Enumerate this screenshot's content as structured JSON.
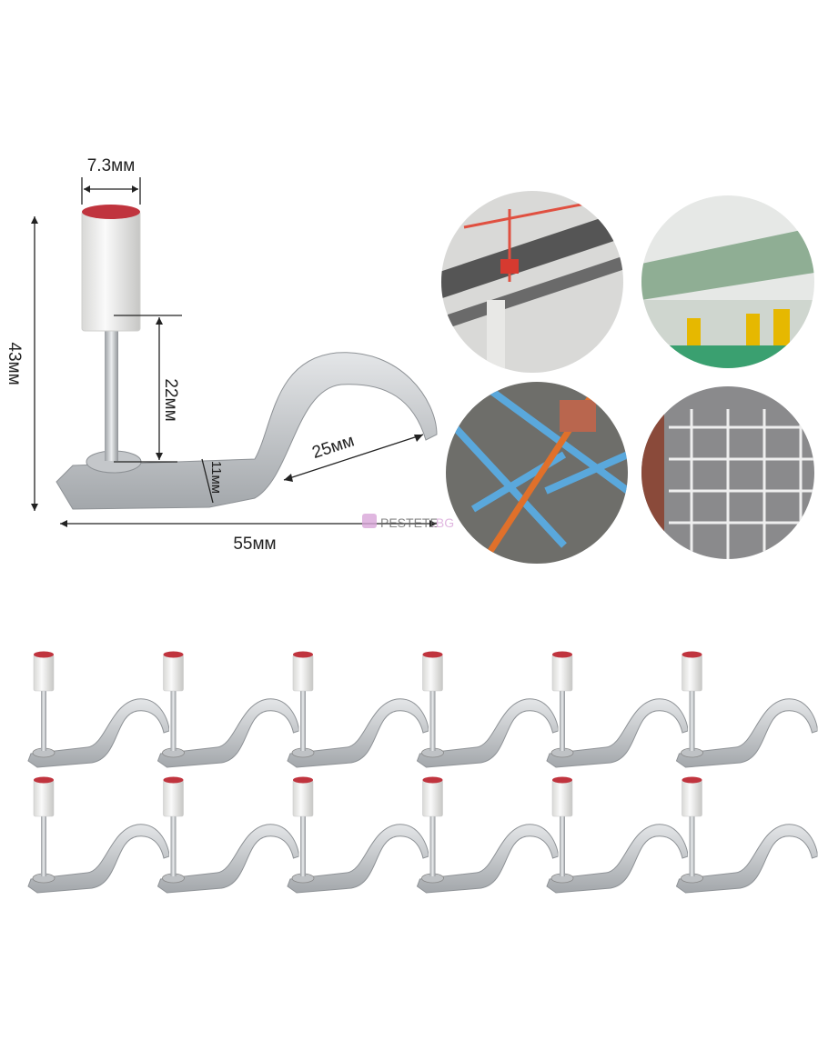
{
  "dimensions": {
    "head_diameter": "7.3мм",
    "total_height": "43мм",
    "shaft_length": "22мм",
    "plate_width": "11мм",
    "clip_span": "25мм",
    "total_length": "55мм"
  },
  "watermark": {
    "brand": "PESTETE",
    "domain": ".BG"
  },
  "colors": {
    "cap_red": "#c0343e",
    "metal": "#c9cbcd",
    "pipe_blue": "#5aa8dc",
    "pipe_orange": "#e0702a"
  },
  "application_photos": [
    "ceiling-pipes",
    "parking-garage-ducts",
    "floor-water-pipes",
    "window-grille"
  ],
  "grid": {
    "rows": 2,
    "columns": 6
  }
}
